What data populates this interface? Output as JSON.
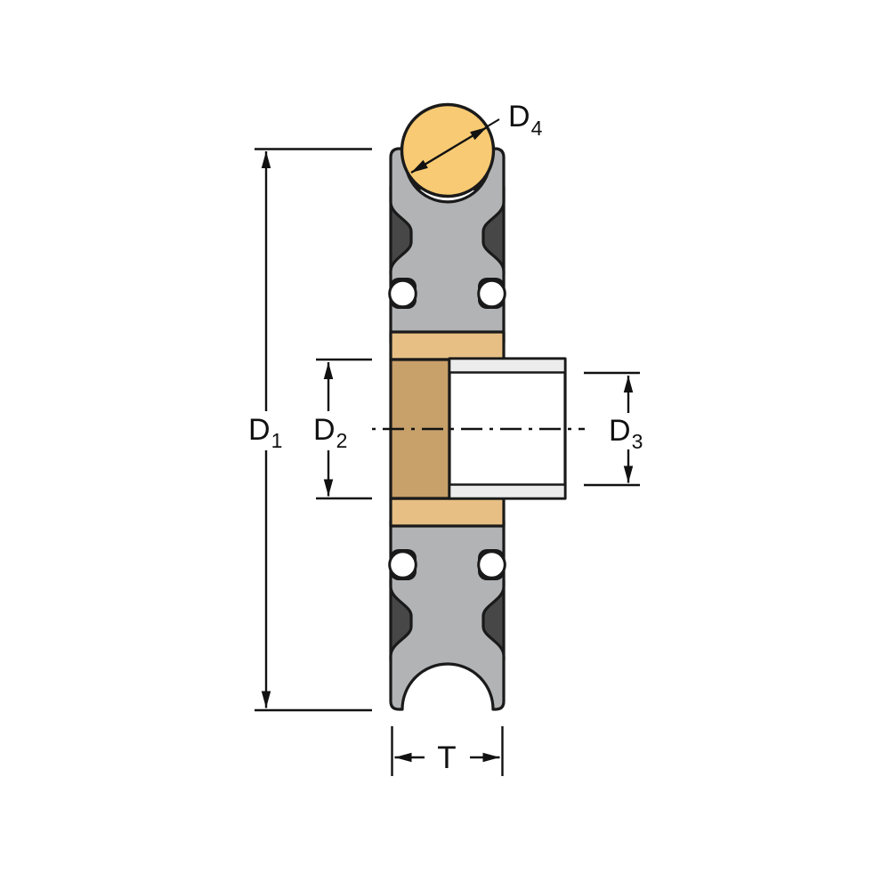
{
  "diagram": {
    "labels": {
      "d1": {
        "text": "D",
        "sub": "1"
      },
      "d2": {
        "text": "D",
        "sub": "2"
      },
      "d3": {
        "text": "D",
        "sub": "3"
      },
      "d4": {
        "text": "D",
        "sub": "4"
      },
      "t": {
        "text": "T",
        "sub": ""
      }
    },
    "colors": {
      "outline": "#1a1a1a",
      "dim": "#111111",
      "sheave_gray": "#b2b3b5",
      "sheave_dark": "#474747",
      "bearing_seat": "#181818",
      "rope_yellow": "#f8ca73",
      "bushing_light": "#e7bf85",
      "bushing_dark": "#c7a06a",
      "bore_wall": "#ececec",
      "white": "#ffffff"
    }
  }
}
